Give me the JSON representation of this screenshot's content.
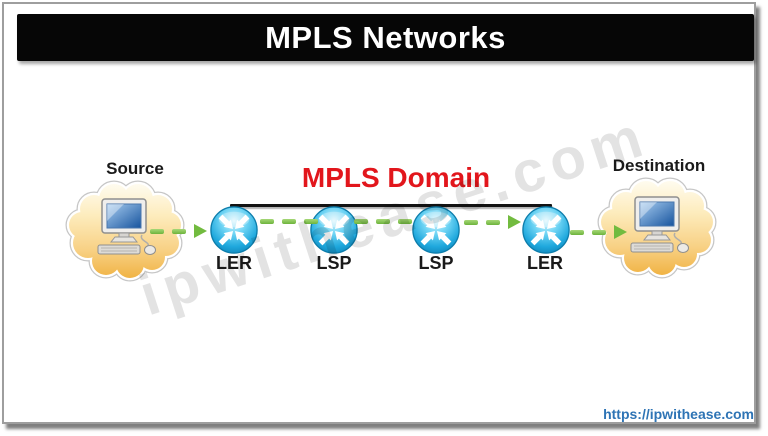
{
  "title_bar": {
    "title": "MPLS Networks"
  },
  "diagram": {
    "domain_label": "MPLS Domain",
    "source_label": "Source",
    "destination_label": "Destination",
    "routers": [
      {
        "label": "LER"
      },
      {
        "label": "LSP"
      },
      {
        "label": "LSP"
      },
      {
        "label": "LER"
      }
    ],
    "watermark_text": "ipwithease.com"
  },
  "footer": {
    "link_text": "https://ipwithease.com"
  },
  "icons": {
    "cloud": "cloud-icon",
    "computer": "computer-icon",
    "router": "router-icon",
    "flow_arrow": "green-dashed-arrow-icon"
  },
  "colors": {
    "domain_label_red": "#e2161c",
    "arrow_green": "#72bb3f",
    "link_blue": "#2e74b5",
    "router_blue": "#1fa8dd",
    "cloud_orange": "#efae39",
    "watermark_gray": "#e3e3e3",
    "title_bg": "#060606",
    "title_text": "#ffffff"
  }
}
